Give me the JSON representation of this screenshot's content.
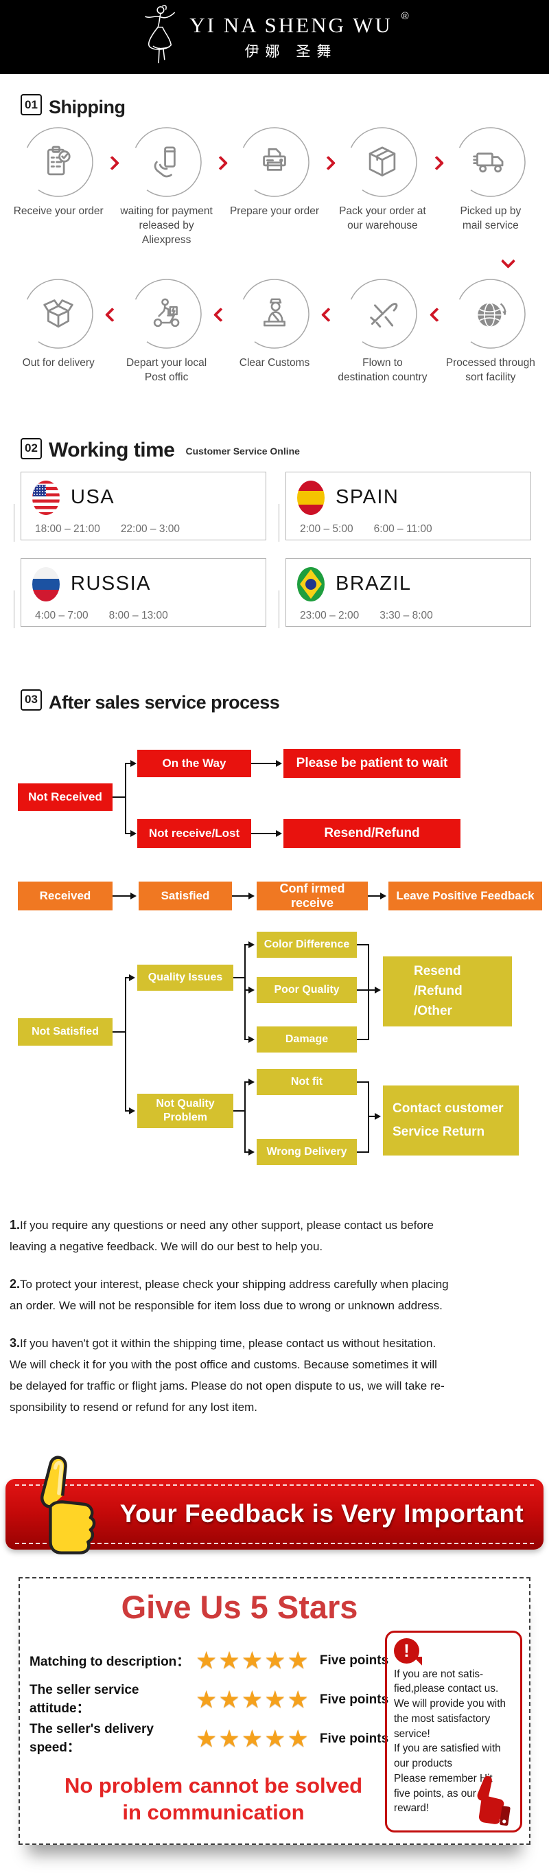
{
  "header": {
    "brand": "YI NA SHENG WU",
    "reg": "®",
    "brand_cn": "伊娜 圣舞"
  },
  "sections": {
    "shipping": {
      "num": "01",
      "title": "Shipping"
    },
    "working": {
      "num": "02",
      "title": "Working time",
      "subtitle": "Customer Service Online"
    },
    "aftersales": {
      "num": "03",
      "title": "After sales service process"
    }
  },
  "shipping": {
    "row1": [
      {
        "icon": "clipboard-check-icon",
        "label": "Receive your order"
      },
      {
        "icon": "hand-card-icon",
        "label": "waiting for payment\nreleased by Aliexpress"
      },
      {
        "icon": "printer-icon",
        "label": "Prepare your order"
      },
      {
        "icon": "package-box-icon",
        "label": "Pack your order at\nour warehouse"
      },
      {
        "icon": "truck-icon",
        "label": "Picked up by\nmail service"
      }
    ],
    "row2": [
      {
        "icon": "open-box-icon",
        "label": "Out for delivery"
      },
      {
        "icon": "scooter-icon",
        "label": "Depart your local\nPost offic"
      },
      {
        "icon": "customs-officer-icon",
        "label": "Clear Customs"
      },
      {
        "icon": "airplane-icon",
        "label": "Flown to\ndestination country"
      },
      {
        "icon": "globe-icon",
        "label": "Processed through\nsort facility"
      }
    ]
  },
  "working_time": {
    "countries": [
      {
        "name": "USA",
        "flag": "usa-flag-icon",
        "times": [
          "18:00 – 21:00",
          "22:00 – 3:00"
        ]
      },
      {
        "name": "SPAIN",
        "flag": "spain-flag-icon",
        "times": [
          "2:00 – 5:00",
          "6:00 – 11:00"
        ]
      },
      {
        "name": "RUSSIA",
        "flag": "russia-flag-icon",
        "times": [
          "4:00 – 7:00",
          "8:00 – 13:00"
        ]
      },
      {
        "name": "BRAZIL",
        "flag": "brazil-flag-icon",
        "times": [
          "23:00 – 2:00",
          "3:30 – 8:00"
        ]
      }
    ]
  },
  "flowchart": {
    "red": {
      "source": "Not Received",
      "on_the_way": "On the Way",
      "patient": "Please be patient to wait",
      "not_receive": "Not receive/Lost",
      "resend": "Resend/Refund"
    },
    "orange": [
      "Received",
      "Satisfied",
      "Conf irmed receive",
      "Leave Positive Feedback"
    ],
    "yellow": {
      "source": "Not Satisfied",
      "quality_issues": "Quality Issues",
      "color_difference": "Color Difference",
      "poor_quality": "Poor Quality",
      "damage": "Damage",
      "resend_other": "Resend\n/Refund\n/Other",
      "not_quality_problem": "Not Quality\nProblem",
      "not_fit": "Not fit",
      "wrong_delivery": "Wrong Delivery",
      "contact": "Contact customer\nService Return"
    }
  },
  "paragraphs": [
    {
      "num": "1.",
      "text": "If you require any questions or need any other support, please contact us before\nleaving a negative feedback. We will do our best to help you."
    },
    {
      "num": "2.",
      "text": "To protect your interest, please check your shipping address carefully when placing\nan order. We will not be responsible for item loss due to wrong or unknown address."
    },
    {
      "num": "3.",
      "text": "If you haven't got it within the shipping time, please contact us without hesitation.\nWe will check it for you with the post office and customs. Because sometimes it will\nbe delayed for traffic or flight jams. Please do not open dispute to us, we will take re-\nsponsibility to resend or refund for any lost item."
    }
  ],
  "banner": {
    "text": "Your Feedback is Very Important"
  },
  "panel": {
    "title": "Give Us 5 Stars",
    "star_glyphs": "★★★★★",
    "points": "Five points",
    "rows": [
      {
        "label": "Matching to description："
      },
      {
        "label": "The seller service attitude："
      },
      {
        "label": "The seller's delivery speed："
      }
    ],
    "warn_mark": "!",
    "note": "If you are not satis-\nfied,please contact us.\nWe will provide you with\nthe most satisfactory\nservice!\nIf you are satisfied with\nour products\nPlease remember Hit\nfive points, as our\nreward!",
    "bottom_line1": "No problem cannot be solved",
    "bottom_line2": "in communication"
  },
  "colors": {
    "flow_red": "#e8120e",
    "flow_orange": "#f07822",
    "flow_yellow": "#d5c12e",
    "banner_red": "#c40909",
    "title_red": "#ce3b3b",
    "star_gold": "#f5a11c",
    "chevron_red": "#cf1626",
    "icon_gray": "#8c8c8c"
  }
}
